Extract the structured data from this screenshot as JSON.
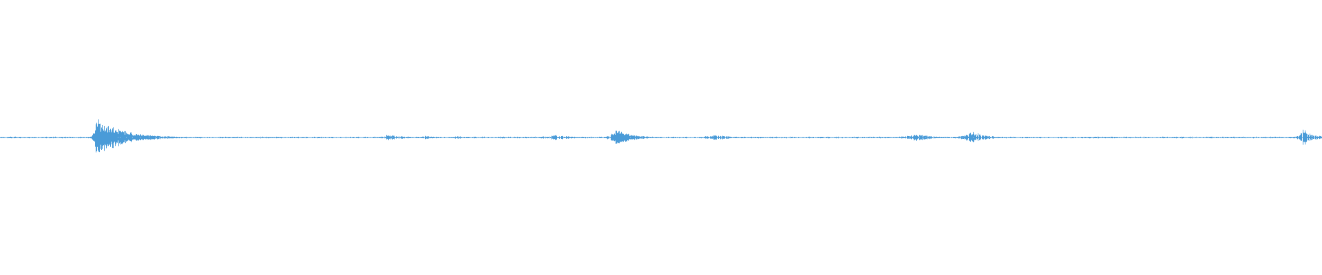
{
  "waveform": {
    "color": "#5aa9e0",
    "burst_color": "#4a9bd8",
    "baseline_fraction_of_height": 0.5,
    "bursts": [
      {
        "t": 0.0725,
        "amp": 0.075,
        "decay": 0.02,
        "attack": 0.0015,
        "density": 1.0
      },
      {
        "t": 0.2935,
        "amp": 0.012,
        "decay": 0.012,
        "attack": 0.006,
        "density": 0.7
      },
      {
        "t": 0.3215,
        "amp": 0.008,
        "decay": 0.008,
        "attack": 0.004,
        "density": 0.6
      },
      {
        "t": 0.3445,
        "amp": 0.008,
        "decay": 0.006,
        "attack": 0.004,
        "density": 0.6
      },
      {
        "t": 0.4195,
        "amp": 0.01,
        "decay": 0.014,
        "attack": 0.01,
        "density": 0.7
      },
      {
        "t": 0.4655,
        "amp": 0.032,
        "decay": 0.012,
        "attack": 0.004,
        "density": 0.9
      },
      {
        "t": 0.5405,
        "amp": 0.012,
        "decay": 0.012,
        "attack": 0.008,
        "density": 0.7
      },
      {
        "t": 0.6925,
        "amp": 0.014,
        "decay": 0.014,
        "attack": 0.008,
        "density": 0.8
      },
      {
        "t": 0.7355,
        "amp": 0.025,
        "decay": 0.01,
        "attack": 0.006,
        "density": 0.9
      },
      {
        "t": 0.8255,
        "amp": 0.005,
        "decay": 0.01,
        "attack": 0.01,
        "density": 0.5
      },
      {
        "t": 0.9855,
        "amp": 0.032,
        "decay": 0.008,
        "attack": 0.003,
        "density": 0.9
      }
    ],
    "noise_floor": 0.0025
  }
}
